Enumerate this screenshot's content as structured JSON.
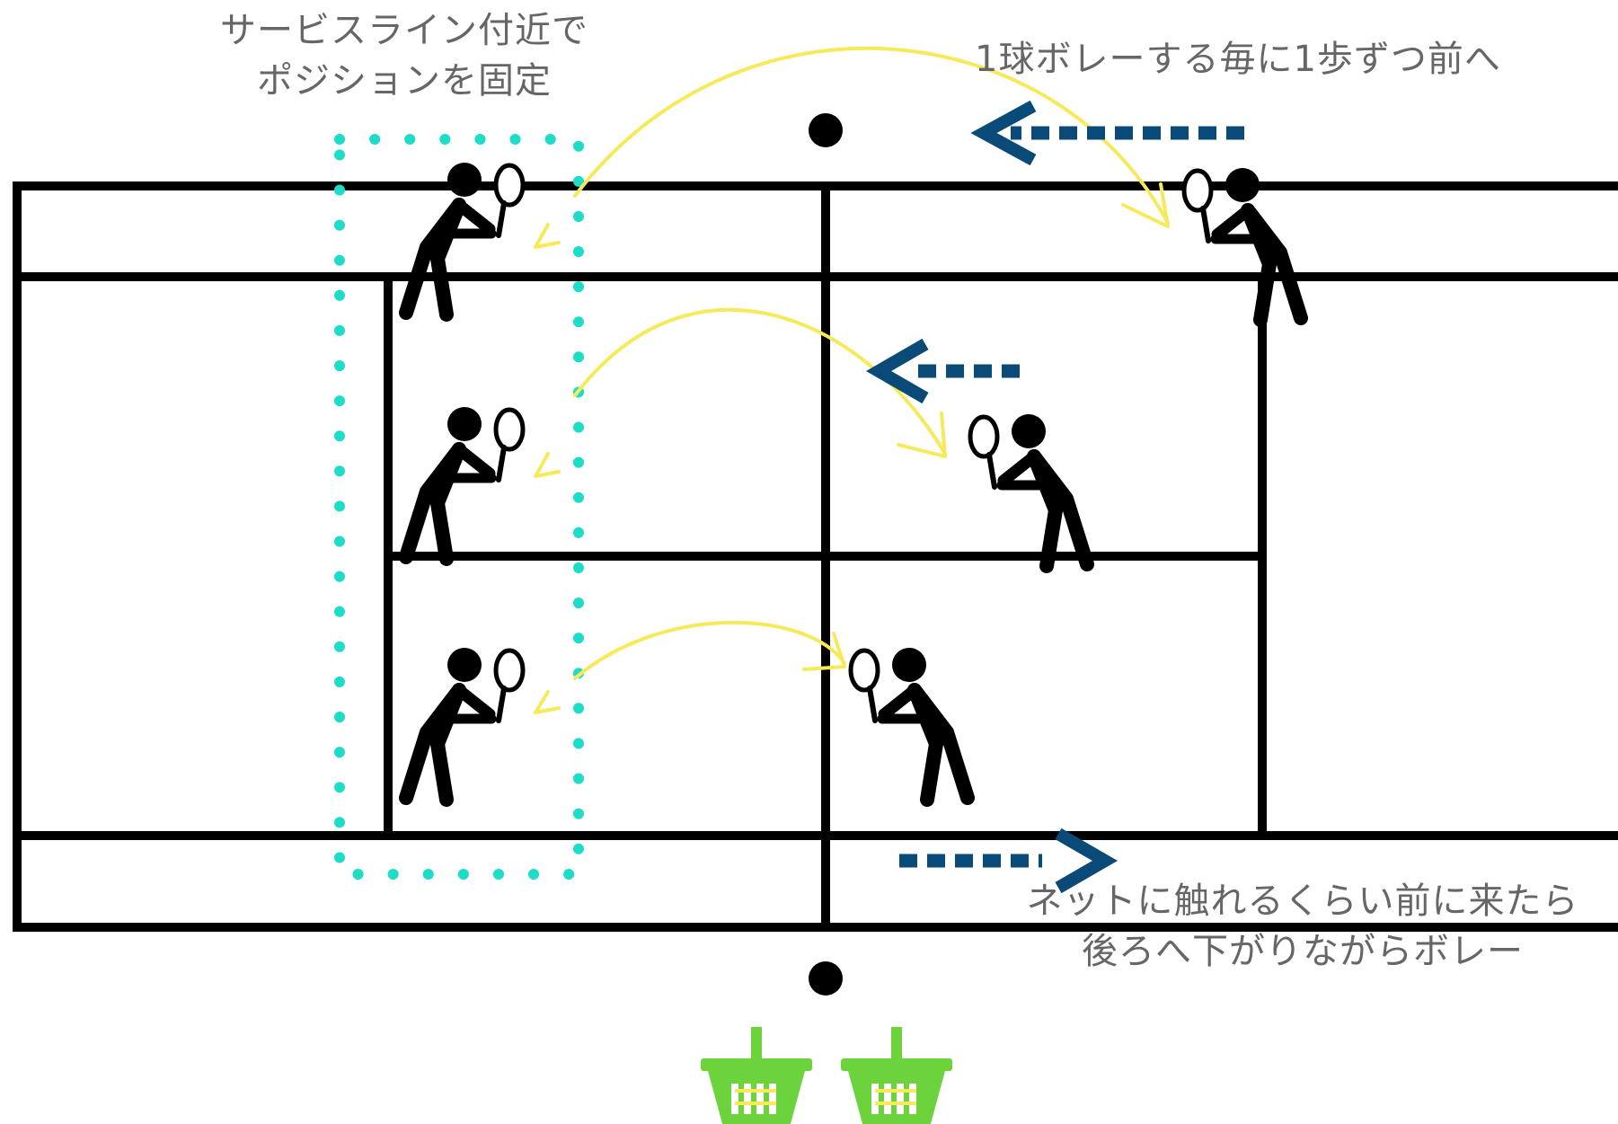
{
  "annotations": {
    "fixed_position": [
      "サービスライン付近で",
      "ポジションを固定"
    ],
    "move_forward": "1球ボレーする毎に1歩ずつ前へ",
    "move_back": [
      "ネットに触れるくらい前に来たら",
      "後ろへ下がりながらボレー"
    ]
  },
  "colors": {
    "court_line": "#000000",
    "player": "#000000",
    "ball_path": "#f7ea5a",
    "movement_arrow": "#0a4a78",
    "zone_dots": "#1ddcc8",
    "basket": "#6cd33c",
    "annotation_text": "#666666"
  },
  "icons": [
    "player-icon",
    "tennis-racket-icon",
    "ball-basket-icon",
    "arrow-left-icon",
    "arrow-right-icon"
  ]
}
